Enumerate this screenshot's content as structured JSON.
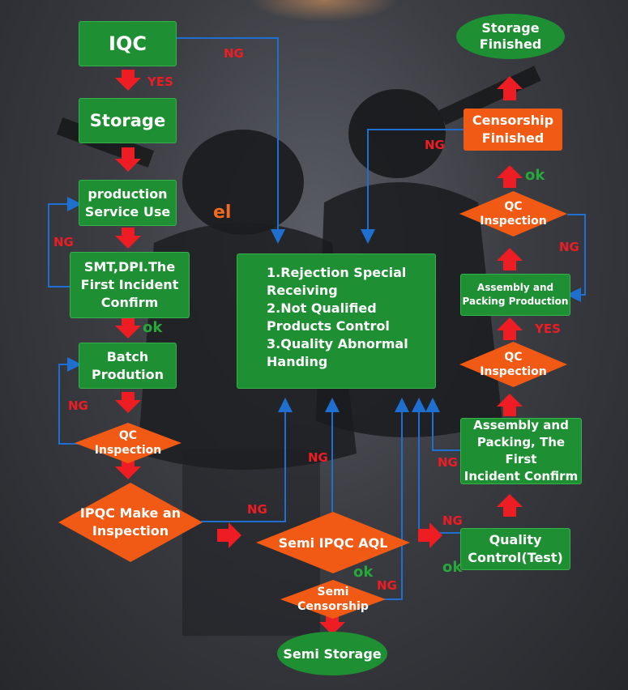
{
  "nodes": {
    "iqc": "IQC",
    "storage": "Storage",
    "production_service_use": "production\nService Use",
    "smt_dpi": "SMT,DPI.The\nFirst Incident\nConfirm",
    "batch_production": "Batch\nProdution",
    "qc_inspection_left": "QC\nInspection",
    "ipqc_inspection": "IPQC Make an\nInspection",
    "center_box": "1.Rejection Special\nReceiving\n2.Not Qualified\nProducts Control\n3.Quality Abnormal\nHanding",
    "semi_ipqc_aql": "Semi IPQC AQL",
    "semi_censorship": "Semi\nCensorship",
    "semi_storage": "Semi Storage",
    "quality_control_test": "Quality\nControl(Test)",
    "assembly_first_incident": "Assembly and\nPacking, The First\nIncident Confirm",
    "qc_inspection_right_lower": "QC\nInspection",
    "assembly_packing_production": "Assembly and\nPacking Production",
    "qc_inspection_right_upper": "QC\nInspection",
    "censorship_finished": "Censorship\nFinished",
    "storage_finished": "Storage\nFinished"
  },
  "labels": {
    "ng": "NG",
    "ok": "ok",
    "yes": "YES",
    "watermark": "el"
  },
  "colors": {
    "green_box": "#1f8f33",
    "orange_box": "#f05a14",
    "red_arrow": "#ee1d23",
    "blue_line": "#1f6fd1",
    "ok_green": "#27a83a"
  }
}
